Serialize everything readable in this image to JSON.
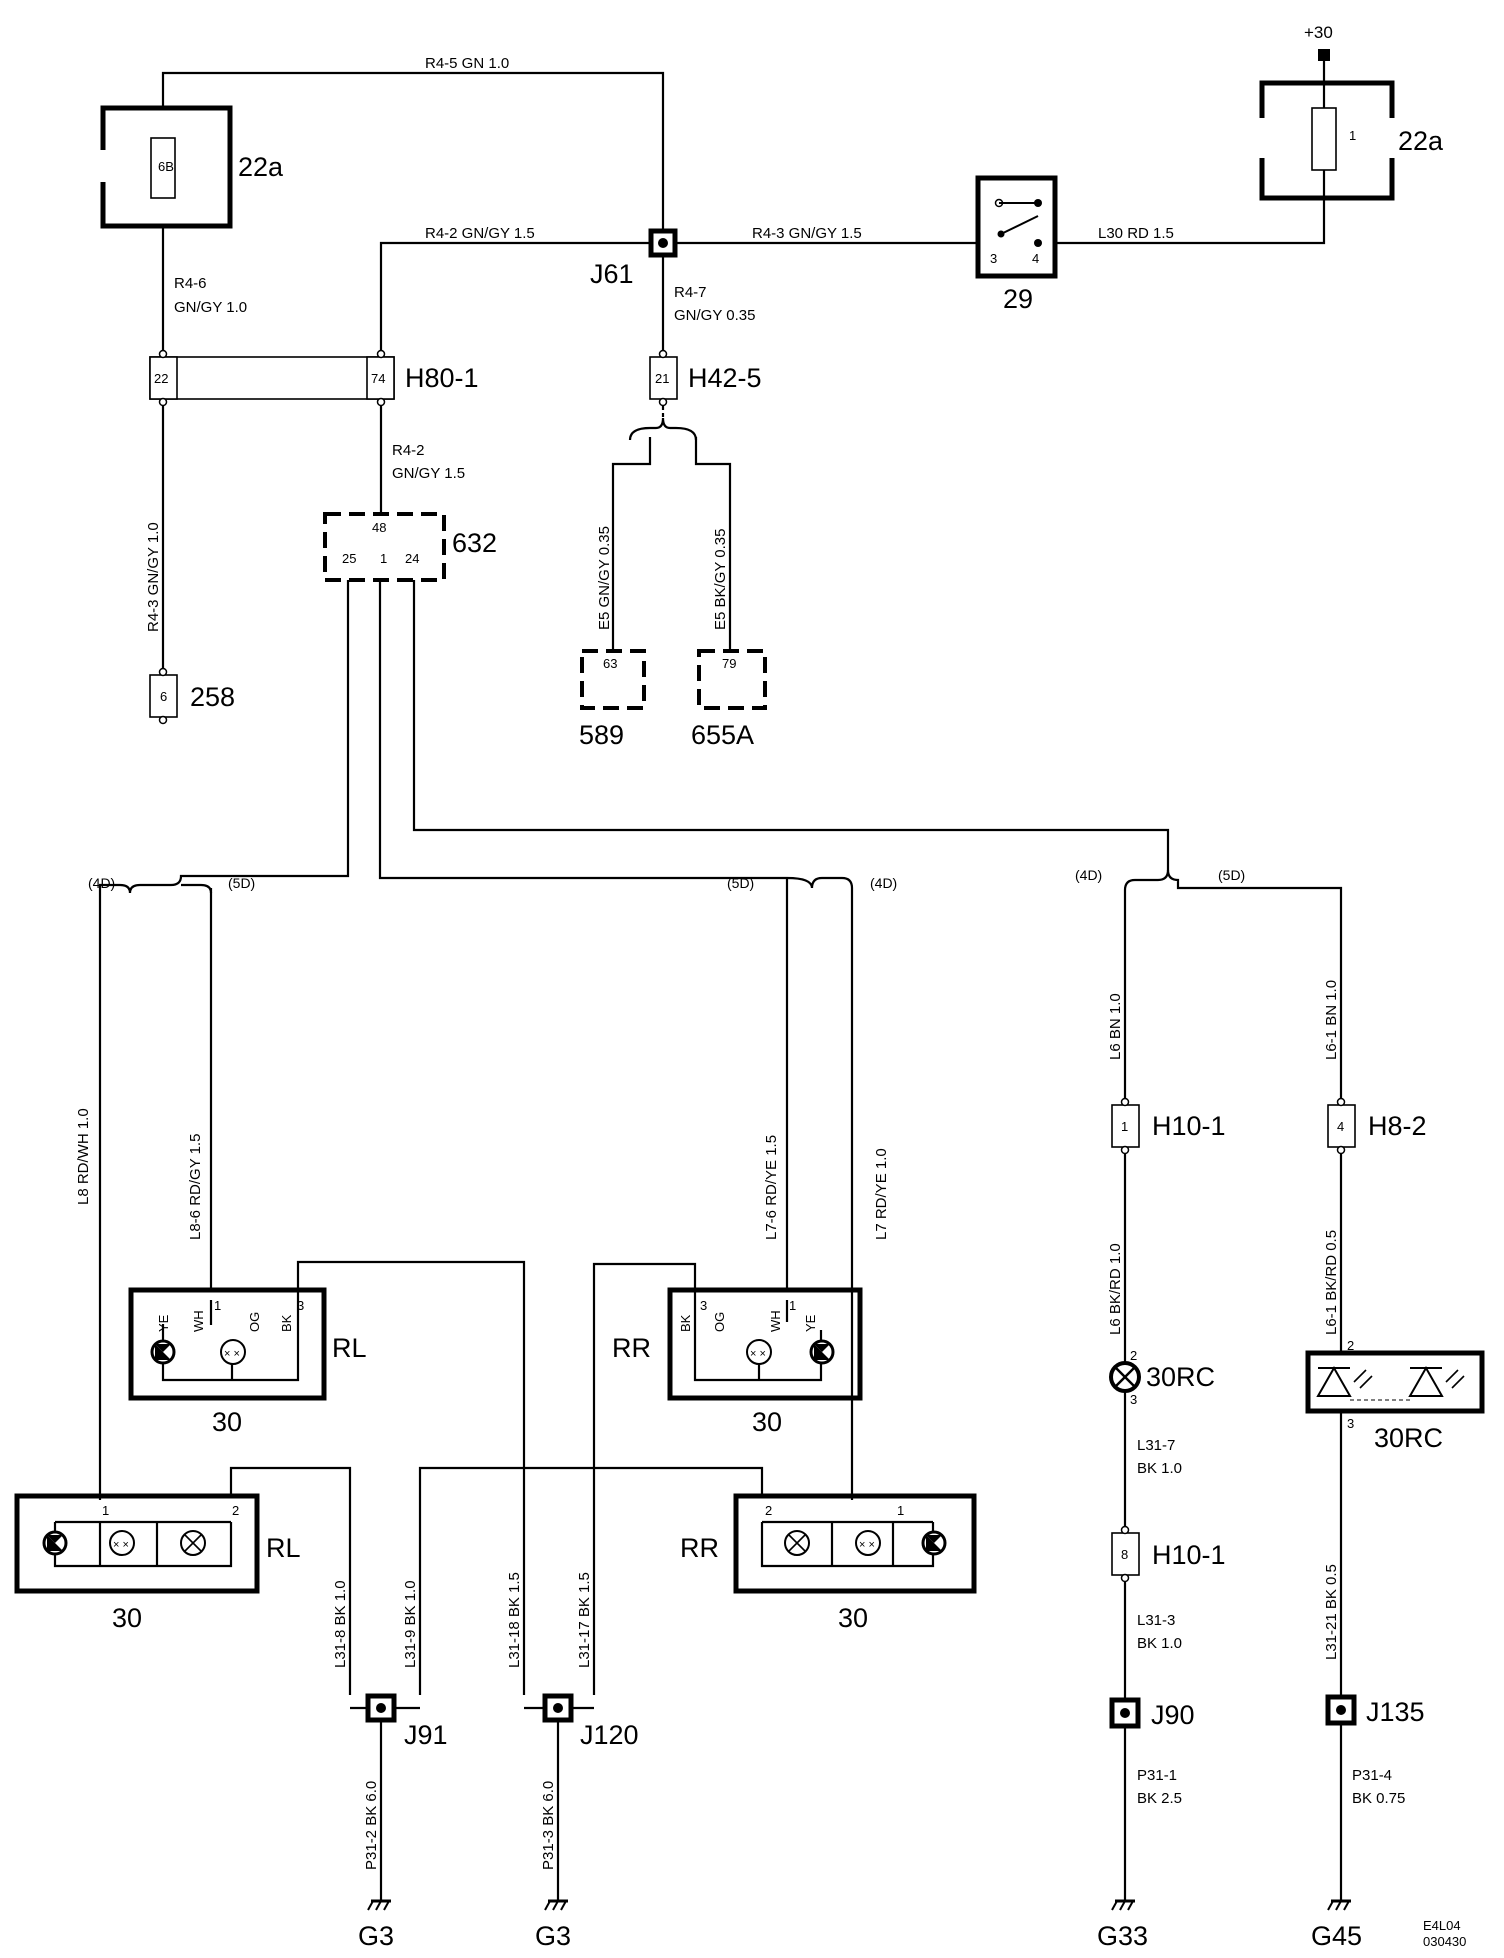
{
  "components": {
    "fuse_left": {
      "ref": "22a",
      "fuse": "6B"
    },
    "fuse_right": {
      "ref": "22a",
      "fuse": "1",
      "supply": "+30"
    },
    "junction_j61": "J61",
    "switch": {
      "ref": "29",
      "pin_a": "3",
      "pin_b": "4"
    },
    "conn_h80": {
      "ref": "H80-1",
      "pin_a": "22",
      "pin_b": "74"
    },
    "conn_h42": {
      "ref": "H42-5",
      "pin": "21"
    },
    "conn_258": {
      "ref": "258",
      "pin": "6"
    },
    "module_632": {
      "ref": "632",
      "pin_top": "48",
      "pin_l": "25",
      "pin_m": "1",
      "pin_r": "24"
    },
    "conn_589": {
      "ref": "589",
      "pin": "63"
    },
    "conn_655a": {
      "ref": "655A",
      "pin": "79"
    },
    "lamp_rl_upper": {
      "side": "RL",
      "ref": "30",
      "c_ye": "YE",
      "c_wh": "WH",
      "c_og": "OG",
      "c_bk": "BK",
      "pin1": "1",
      "pin3": "3"
    },
    "lamp_rr_upper": {
      "side": "RR",
      "ref": "30",
      "c_bk": "BK",
      "c_og": "OG",
      "c_wh": "WH",
      "c_ye": "YE",
      "pin3": "3",
      "pin1": "1"
    },
    "lamp_rl_lower": {
      "side": "RL",
      "ref": "30",
      "pin1": "1",
      "pin2": "2"
    },
    "lamp_rr_lower": {
      "side": "RR",
      "ref": "30",
      "pin2": "2",
      "pin1": "1"
    },
    "conn_h10_upper": {
      "ref": "H10-1",
      "pin": "1"
    },
    "conn_h8": {
      "ref": "H8-2",
      "pin": "4"
    },
    "lamp_30rc": {
      "ref": "30RC",
      "pin2": "2",
      "pin3": "3"
    },
    "led_30rc": {
      "ref": "30RC",
      "pin2": "2",
      "pin3": "3"
    },
    "conn_h10_lower": {
      "ref": "H10-1",
      "pin": "8"
    },
    "j91": "J91",
    "j120": "J120",
    "j90": "J90",
    "j135": "J135",
    "g3_a": "G3",
    "g3_b": "G3",
    "g33": "G33",
    "g45": "G45"
  },
  "wires": {
    "r4_5": "R4-5  GN  1.0",
    "r4_2_top": "R4-2  GN/GY  1.5",
    "r4_3_top": "R4-3  GN/GY  1.5",
    "l30": "L30   RD   1.5",
    "r4_6_a": "R4-6",
    "r4_6_b": "GN/GY 1.0",
    "r4_7_a": "R4-7",
    "r4_7_b": "GN/GY 0.35",
    "r4_2_a": "R4-2",
    "r4_2_b": "GN/GY 1.5",
    "r4_3_left": "R4-3  GN/GY 1.0",
    "e5_a": "E5  GN/GY  0.35",
    "e5_b": "E5  BK/GY  0.35",
    "l8": "L8   RD/WH   1.0",
    "l8_6": "L8-6   RD/GY   1.5",
    "l7_6": "L7-6   RD/YE   1.5",
    "l7": "L7   RD/YE   1.0",
    "l6_top": "L6   BN   1.0",
    "l6_1_top": "L6-1   BN   1.0",
    "l6_mid": "L6   BK/RD   1.0",
    "l6_1_mid": "L6-1   BK/RD   0.5",
    "l31_7_a": "L31-7",
    "l31_7_b": "BK 1.0",
    "l31_3_a": "L31-3",
    "l31_3_b": "BK 1.0",
    "l31_21": "L31-21   BK   0.5",
    "l31_8": "L31-8  BK  1.0",
    "l31_9": "L31-9  BK  1.0",
    "l31_18": "L31-18  BK  1.5",
    "l31_17": "L31-17  BK  1.5",
    "p31_2": "P31-2  BK  6.0",
    "p31_3": "P31-3  BK  6.0",
    "p31_1_a": "P31-1",
    "p31_1_b": "BK 2.5",
    "p31_4_a": "P31-4",
    "p31_4_b": "BK 0.75"
  },
  "branches": {
    "left_4d": "(4D)",
    "left_5d": "(5D)",
    "mid_5d": "(5D)",
    "mid_4d": "(4D)",
    "right_4d": "(4D)",
    "right_5d": "(5D)"
  },
  "footer": {
    "code": "E4L04",
    "date": "030430"
  }
}
